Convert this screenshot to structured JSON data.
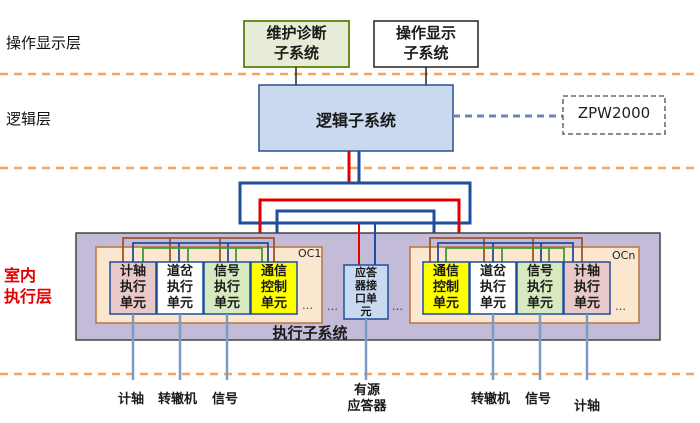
{
  "layers": {
    "display": "操作显示层",
    "logic": "逻辑层",
    "indoor": [
      "室内",
      "执行层"
    ]
  },
  "top_boxes": {
    "maintenance": [
      "维护诊断",
      "子系统"
    ],
    "display": [
      "操作显示",
      "子系统"
    ]
  },
  "logic_box": "逻辑子系统",
  "zpw_box": "ZPW2000",
  "exec_subsystem": "执行子系统",
  "oc_left": {
    "label": "OC1",
    "units": [
      {
        "lines": [
          "计轴",
          "执行",
          "单元"
        ],
        "kind": "axle"
      },
      {
        "lines": [
          "道岔",
          "执行",
          "单元"
        ],
        "kind": "switch"
      },
      {
        "lines": [
          "信号",
          "执行",
          "单元"
        ],
        "kind": "signal"
      },
      {
        "lines": [
          "通信",
          "控制",
          "单元"
        ],
        "kind": "comm"
      }
    ],
    "ellipsis": "…"
  },
  "oc_right": {
    "label": "OCn",
    "units": [
      {
        "lines": [
          "通信",
          "控制",
          "单元"
        ],
        "kind": "comm"
      },
      {
        "lines": [
          "道岔",
          "执行",
          "单元"
        ],
        "kind": "switch"
      },
      {
        "lines": [
          "信号",
          "执行",
          "单元"
        ],
        "kind": "signal"
      },
      {
        "lines": [
          "计轴",
          "执行",
          "单元"
        ],
        "kind": "axle"
      }
    ],
    "ellipsis": "…"
  },
  "responder_unit": [
    "应答",
    "器接",
    "口单",
    "元"
  ],
  "mid_ellipsis": [
    "…",
    "…"
  ],
  "devices": {
    "left": [
      "计轴",
      "转辙机",
      "信号"
    ],
    "center": [
      "有源",
      "应答器"
    ],
    "right": [
      "转辙机",
      "信号",
      "计轴"
    ]
  },
  "colors": {
    "separator": "#f4a460",
    "top_box_left_fill": "#e6ecd6",
    "top_box_left_border": "#6b8e23",
    "logic_fill": "#c9daf0",
    "logic_border": "#2b4f8c",
    "exec_fill": "#c3bbd8",
    "oc_fill": "#fbe7cf",
    "oc_border": "#b8743c",
    "axle_fill": "#e8c9c7",
    "switch_fill": "#ffffff",
    "signal_fill": "#d7e9bf",
    "comm_fill": "#ffff00",
    "unit_border": "#1f4e9a",
    "bus_red": "#e00000",
    "bus_blue": "#1f4e9a",
    "wire_brown": "#a0522d",
    "wire_green": "#3c9a3c",
    "title_red": "#e00000"
  }
}
